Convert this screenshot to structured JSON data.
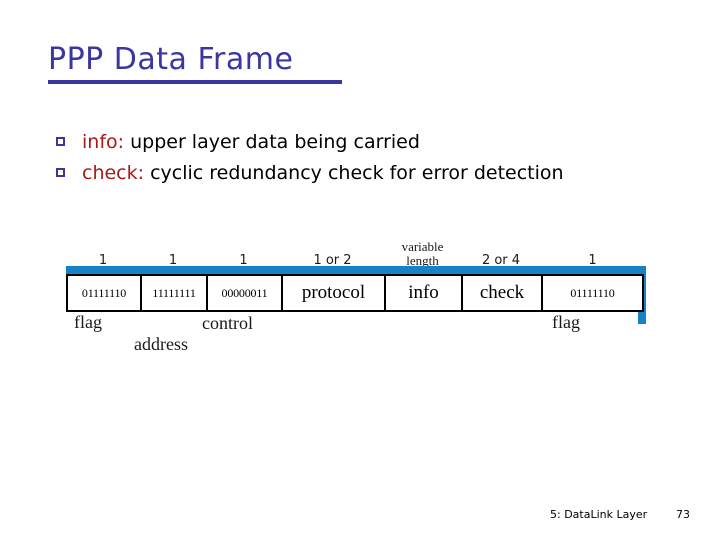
{
  "slide": {
    "title": "PPP Data Frame",
    "title_color": "#3a38a0",
    "accent_color": "#1683c6",
    "keyword_color": "#a81919",
    "background": "#ffffff"
  },
  "bullets": [
    {
      "keyword": "info:",
      "text": " upper layer data being carried"
    },
    {
      "keyword": "check:",
      "text": "  cyclic redundancy check for error detection"
    }
  ],
  "diagram": {
    "name": "ppp-frame-layout",
    "field_sizes": [
      "1",
      "1",
      "1",
      "1 or 2",
      "variable\nlength",
      "2 or 4",
      "1"
    ],
    "field_size_line1": [
      "1",
      "1",
      "1",
      "1 or 2",
      "variable",
      "2 or 4",
      "1"
    ],
    "field_size_line2": [
      "",
      "",
      "",
      "",
      "length",
      "",
      ""
    ],
    "cells": [
      {
        "label": "01111110",
        "kind": "bits"
      },
      {
        "label": "11111111",
        "kind": "bits"
      },
      {
        "label": "00000011",
        "kind": "bits"
      },
      {
        "label": "protocol",
        "kind": "word"
      },
      {
        "label": "info",
        "kind": "word"
      },
      {
        "label": "check",
        "kind": "word"
      },
      {
        "label": "01111110",
        "kind": "bits"
      }
    ],
    "field_names": [
      "flag",
      "address",
      "control",
      "flag"
    ]
  },
  "footer": {
    "label": "5: DataLink Layer",
    "page": "73"
  }
}
